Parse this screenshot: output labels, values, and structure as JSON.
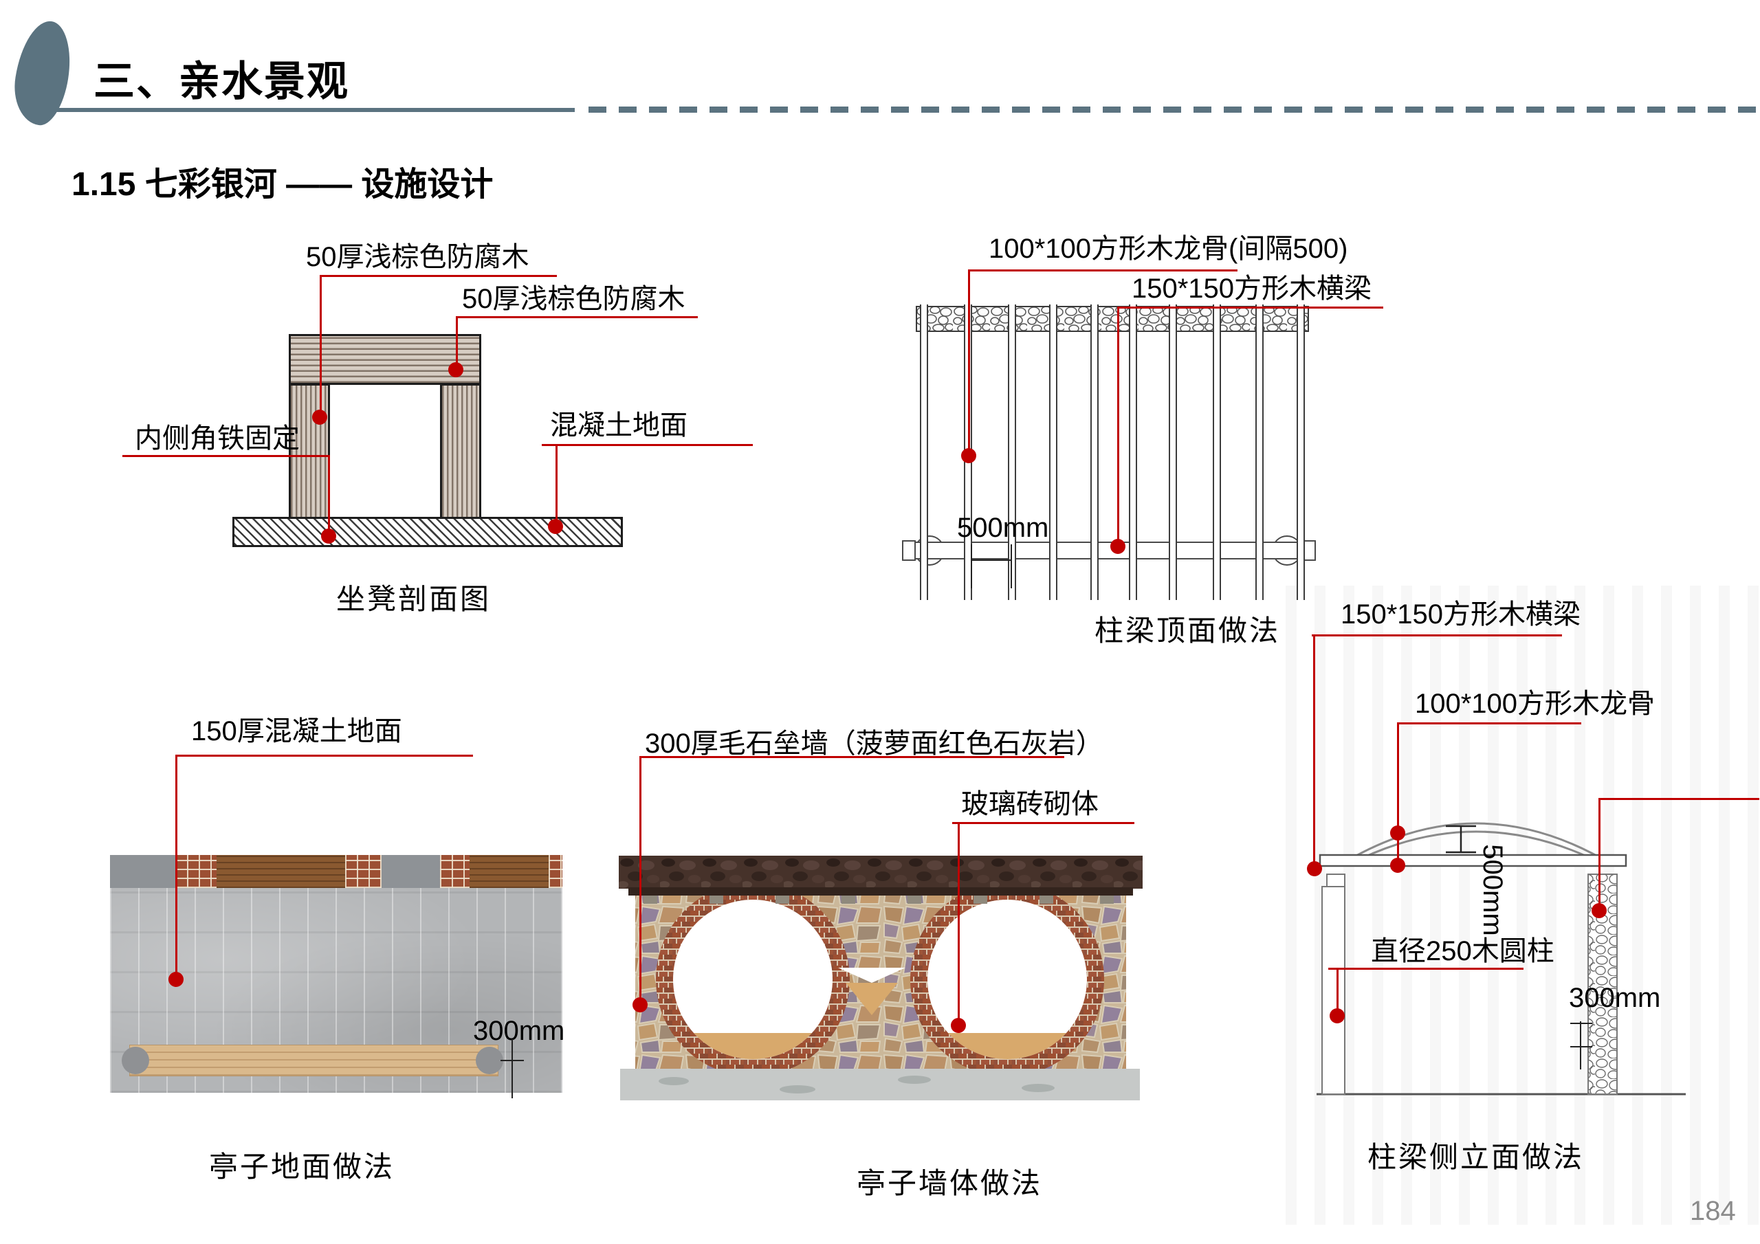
{
  "header": {
    "section_title": "三、亲水景观"
  },
  "subtitle": "1.15 七彩银河 —— 设施设计",
  "page_number": "184",
  "colors": {
    "accent": "#5b7380",
    "leader_red": "#c00000"
  },
  "diagrams": {
    "bench_section": {
      "caption": "坐凳剖面图",
      "labels": {
        "wood_top": "50厚浅棕色防腐木",
        "wood_side": "50厚浅棕色防腐木",
        "angle_iron": "内侧角铁固定",
        "concrete_ground": "混凝土地面"
      }
    },
    "beam_top_view": {
      "caption": "柱梁顶面做法",
      "labels": {
        "joist": "100*100方形木龙骨(间隔500)",
        "beam": "150*150方形木横梁",
        "spacing_dim": "500mm"
      }
    },
    "pavilion_floor": {
      "caption": "亭子地面做法",
      "labels": {
        "concrete_floor": "150厚混凝土地面",
        "plank_dim": "300mm"
      }
    },
    "pavilion_wall": {
      "caption": "亭子墙体做法",
      "labels": {
        "rubble_wall": "300厚毛石垒墙（菠萝面红色石灰岩）",
        "glass_brick": "玻璃砖砌体"
      }
    },
    "beam_side_view": {
      "caption": "柱梁侧立面做法",
      "labels": {
        "beam": "150*150方形木横梁",
        "joist": "100*100方形木龙骨",
        "arch_rise_dim": "500mm",
        "column": "直径250木圆柱",
        "column_dim": "300mm"
      }
    }
  }
}
